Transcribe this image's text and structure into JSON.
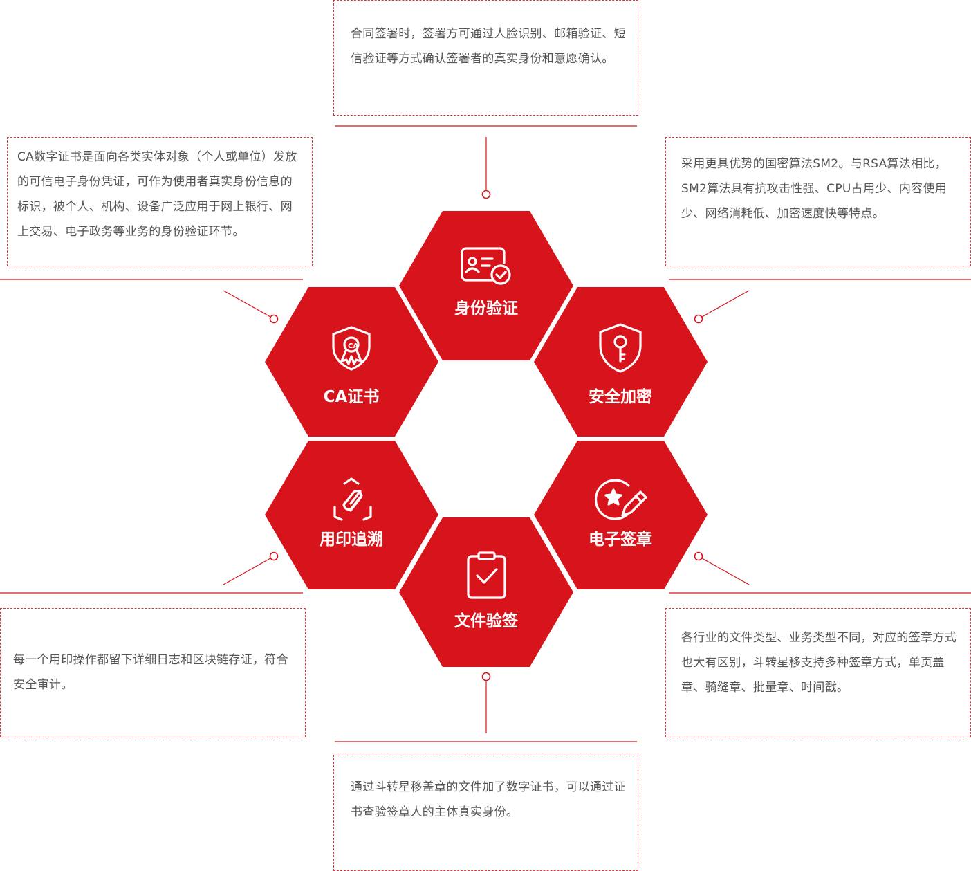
{
  "colors": {
    "hex_fill": "#d7141b",
    "line": "#d7141b",
    "border": "#d9363e",
    "text": "#555555",
    "icon": "#ffffff"
  },
  "nodes": {
    "identity": {
      "label": "身份验证",
      "icon": "id-card-check-icon",
      "description": "合同签署时，签署方可通过人脸识别、邮箱验证、短信验证等方式确认签署者的真实身份和意愿确认。"
    },
    "ca": {
      "label": "CA证书",
      "icon": "ca-shield-icon",
      "description": "CA数字证书是面向各类实体对象（个人或单位）发放的可信电子身份凭证，可作为使用者真实身份信息的标识，被个人、机构、设备广泛应用于网上银行、网上交易、电子政务等业务的身份验证环节。"
    },
    "encryption": {
      "label": "安全加密",
      "icon": "key-shield-icon",
      "description": "采用更具优势的国密算法SM2。与RSA算法相比，SM2算法具有抗攻击性强、CPU占用少、内容使用少、网络消耗低、加密速度快等特点。"
    },
    "tracing": {
      "label": "用印追溯",
      "icon": "link-scan-icon",
      "description": "每一个用印操作都留下详细日志和区块链存证，符合安全审计。"
    },
    "esign": {
      "label": "电子签章",
      "icon": "star-seal-pen-icon",
      "description": "各行业的文件类型、业务类型不同，对应的签章方式也大有区别，斗转星移支持多种签章方式，单页盖章、骑缝章、批量章、时间戳。"
    },
    "file": {
      "label": "文件验签",
      "icon": "clipboard-check-icon",
      "description": "通过斗转星移盖章的文件加了数字证书，可以通过证书查验签章人的主体真实身份。"
    }
  }
}
